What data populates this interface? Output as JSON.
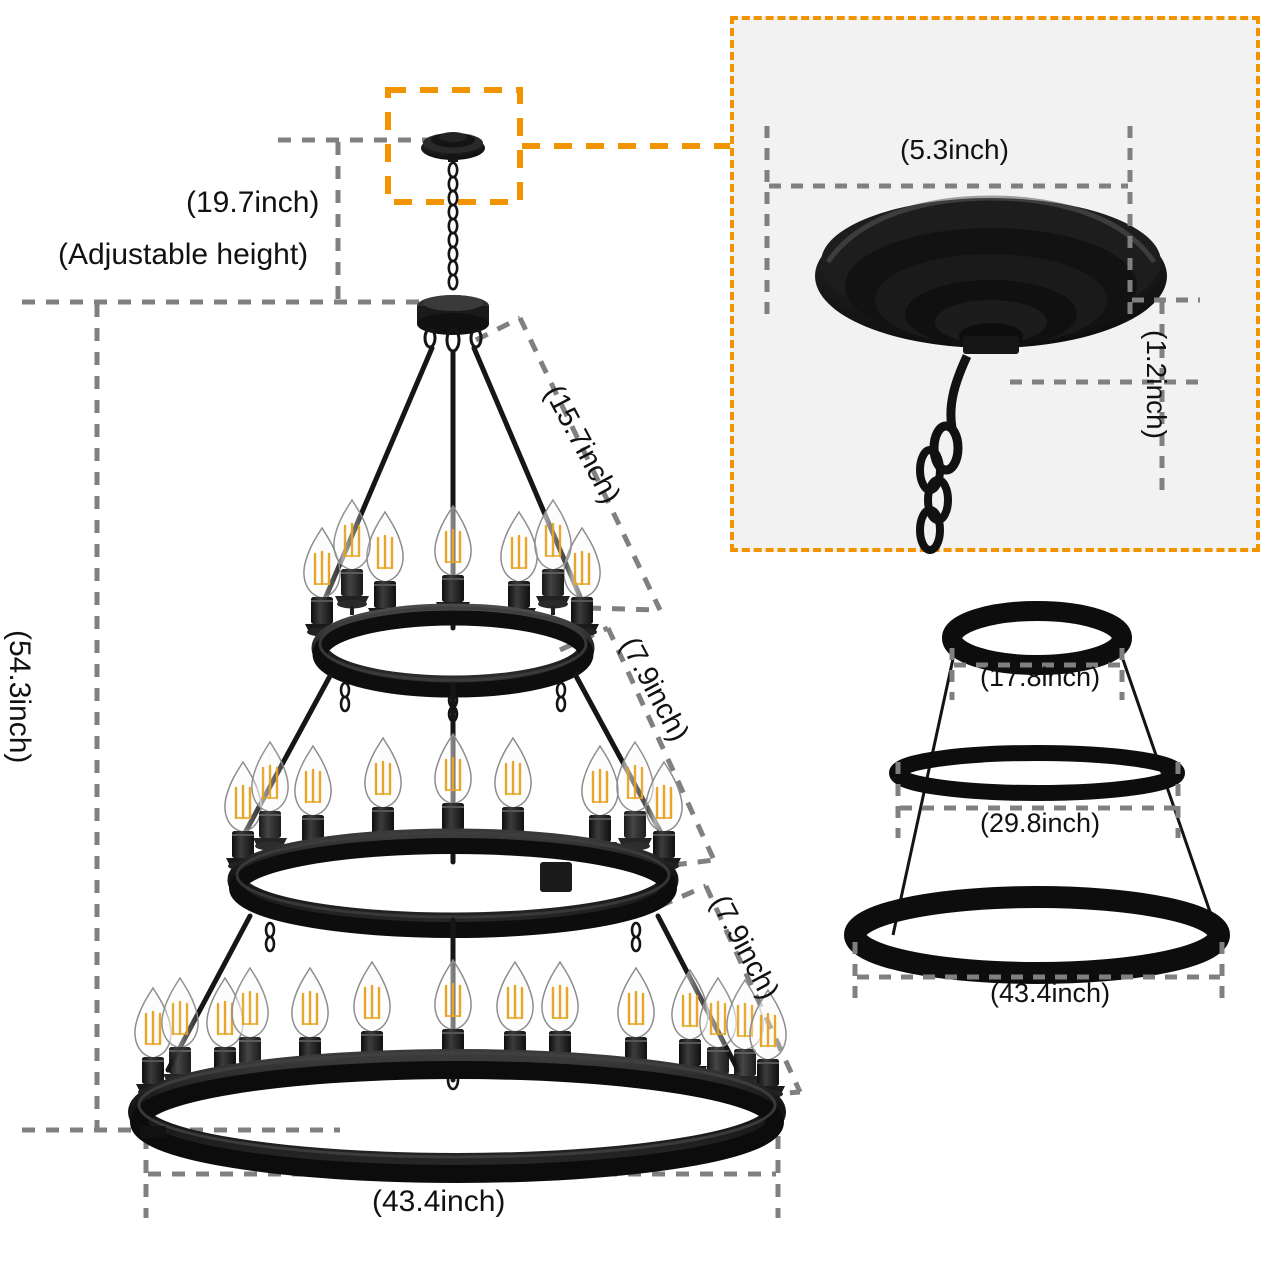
{
  "diagram": {
    "title": "Chandelier dimension diagram",
    "product": "3-tier wagon wheel chandelier",
    "background_color": "#ffffff",
    "dimension_line_color": "#808080",
    "callout_color": "#f29400",
    "inset_background": "#f2f2f2",
    "fixture_color": "#1a1a1a",
    "bulb_filament_color": "#e8a628"
  },
  "main_view": {
    "labels": {
      "drop_height": "(19.7inch)",
      "drop_height_note": "(Adjustable height)",
      "total_height": "(54.3inch)",
      "bottom_diameter": "(43.4inch)",
      "tier1_to_tier2": "(15.7inch)",
      "tier2_to_tier3": "(7.9inch)",
      "tier3_spacing": "(7.9inch)"
    }
  },
  "canopy_inset": {
    "labels": {
      "canopy_diameter": "(5.3inch)",
      "canopy_height": "(1.2inch)"
    }
  },
  "ring_schematic": {
    "rings": [
      {
        "name": "top-ring",
        "label": "(17.8inch)",
        "diameter_inch": 17.8
      },
      {
        "name": "middle-ring",
        "label": "(29.8inch)",
        "diameter_inch": 29.8
      },
      {
        "name": "bottom-ring",
        "label": "(43.4inch)",
        "diameter_inch": 43.4
      }
    ]
  },
  "measurements": {
    "adjustable_drop_inch": 19.7,
    "total_height_inch": 54.3,
    "overall_diameter_inch": 43.4,
    "tier_gap_upper_inch": 15.7,
    "tier_gap_mid_inch": 7.9,
    "tier_gap_lower_inch": 7.9,
    "canopy_diameter_inch": 5.3,
    "canopy_height_inch": 1.2
  }
}
